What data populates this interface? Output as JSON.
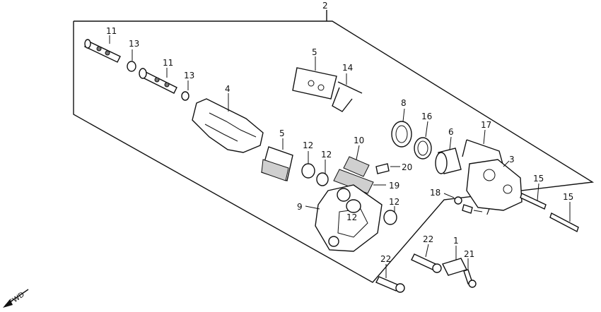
{
  "diagram": {
    "assembly_callout": "2",
    "direction_label": "FWD",
    "callouts": {
      "c1": "1",
      "c3": "3",
      "c4": "4",
      "c5a": "5",
      "c5b": "5",
      "c6": "6",
      "c7": "7",
      "c8": "8",
      "c9": "9",
      "c10": "10",
      "c11a": "11",
      "c11b": "11",
      "c12a": "12",
      "c12b": "12",
      "c12c": "12",
      "c12d": "12",
      "c13a": "13",
      "c13b": "13",
      "c14": "14",
      "c15a": "15",
      "c15b": "15",
      "c16": "16",
      "c17": "17",
      "c18": "18",
      "c19": "19",
      "c20": "20",
      "c21": "21",
      "c22a": "22",
      "c22b": "22"
    }
  }
}
